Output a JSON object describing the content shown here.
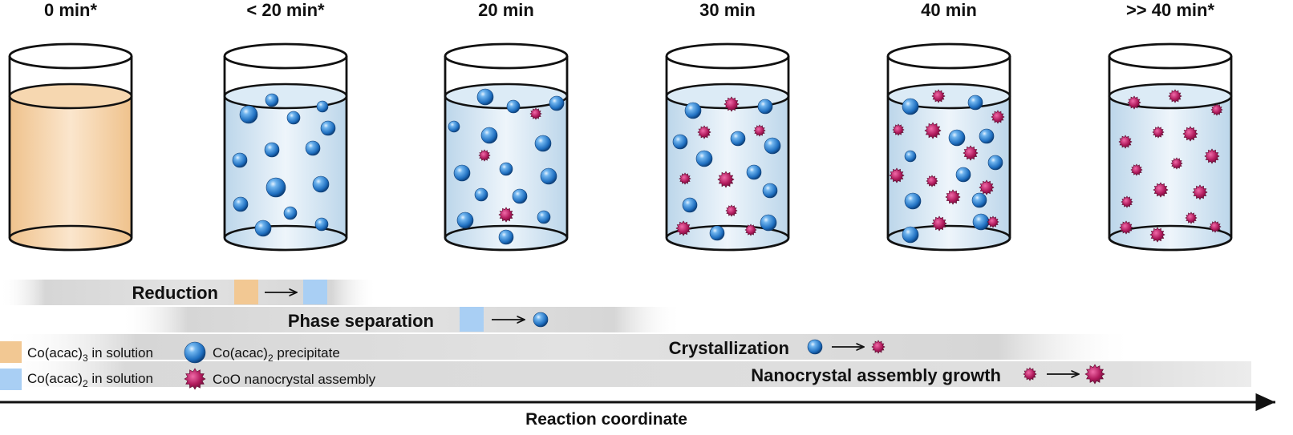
{
  "time_points": [
    "0 min*",
    "< 20 min*",
    "20 min",
    "30 min",
    "40 min",
    ">> 40 min*"
  ],
  "stages": [
    {
      "label": "Reduction",
      "kind": "reduction"
    },
    {
      "label": "Phase separation",
      "kind": "separation"
    },
    {
      "label": "Crystallization",
      "kind": "crystallization"
    },
    {
      "label": "Nanocrystal assembly growth",
      "kind": "growth"
    }
  ],
  "legend": [
    {
      "pre": "Co(acac)",
      "sub": "3",
      "post": " in solution",
      "swatch": "orange"
    },
    {
      "pre": "Co(acac)",
      "sub": "2",
      "post": " precipitate",
      "swatch": "sphere"
    },
    {
      "pre": "Co(acac)",
      "sub": "2",
      "post": " in solution",
      "swatch": "blue"
    },
    {
      "pre": "CoO nanocrystal assembly",
      "sub": "",
      "post": "",
      "swatch": "crystal"
    }
  ],
  "axis": {
    "label": "Reaction coordinate"
  },
  "colors": {
    "co3_solution": "#f2c893",
    "co2_solution": "#a9cff4",
    "precipitate": "#2f8ee0",
    "nanocrystal": "#c2185b",
    "outline": "#111111"
  }
}
